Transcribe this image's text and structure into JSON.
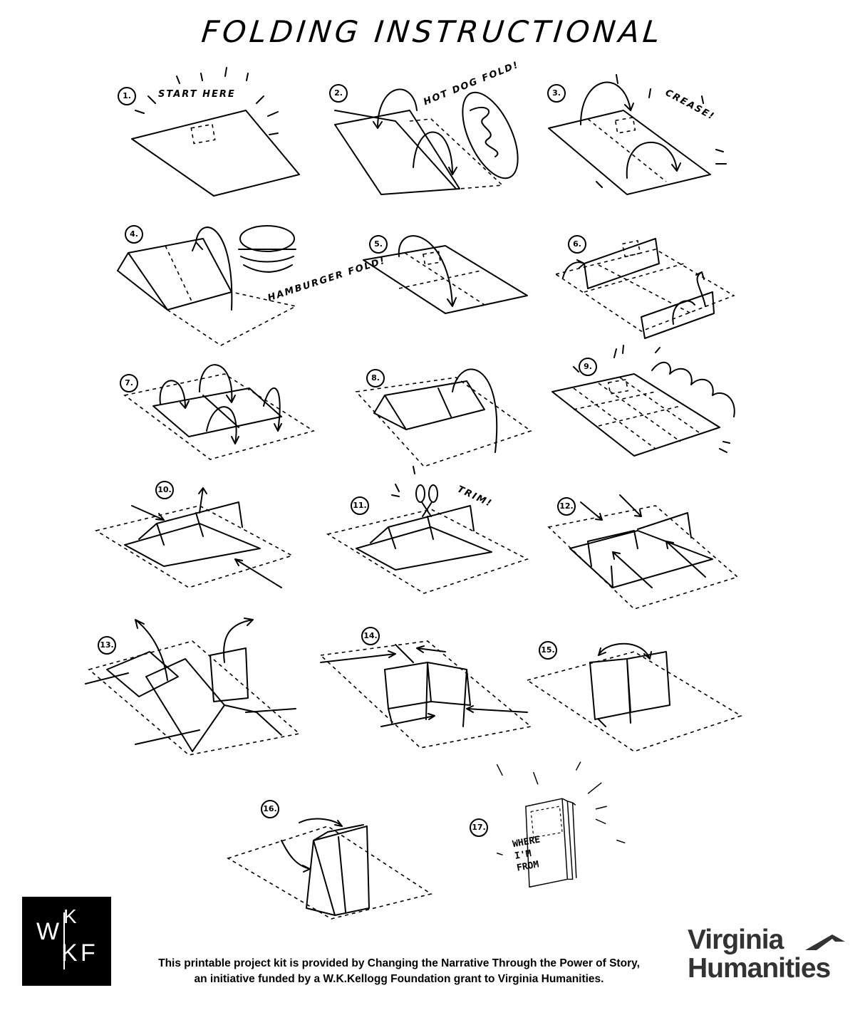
{
  "title": "FOLDING   INSTRUCTIONAL",
  "steps": [
    {
      "number": "1."
    },
    {
      "number": "2."
    },
    {
      "number": "3."
    },
    {
      "number": "4."
    },
    {
      "number": "5."
    },
    {
      "number": "6."
    },
    {
      "number": "7."
    },
    {
      "number": "8."
    },
    {
      "number": "9."
    },
    {
      "number": "10."
    },
    {
      "number": "11."
    },
    {
      "number": "12."
    },
    {
      "number": "13."
    },
    {
      "number": "14."
    },
    {
      "number": "15."
    },
    {
      "number": "16."
    },
    {
      "number": "17."
    }
  ],
  "notes": {
    "start_here": "START HERE",
    "hot_dog_fold": "HOT DOG FOLD!",
    "crease": "CREASE!",
    "hamburger_fold": "HAMBURGER FOLD!",
    "trim": "TRIM!",
    "book_cover": "WHERE I'M FROM"
  },
  "footer": {
    "line1": "This printable project kit is provided by Changing the Narrative Through the Power of Story,",
    "line2": "an initiative funded by a W.K.Kellogg Foundation grant to Virginia Humanities."
  },
  "logos": {
    "wkkf": {
      "w": "W",
      "k1": "K",
      "k2": "K",
      "f": "F"
    },
    "virginia_humanities": {
      "line1": "Virginia",
      "line2": "Humanities"
    }
  }
}
